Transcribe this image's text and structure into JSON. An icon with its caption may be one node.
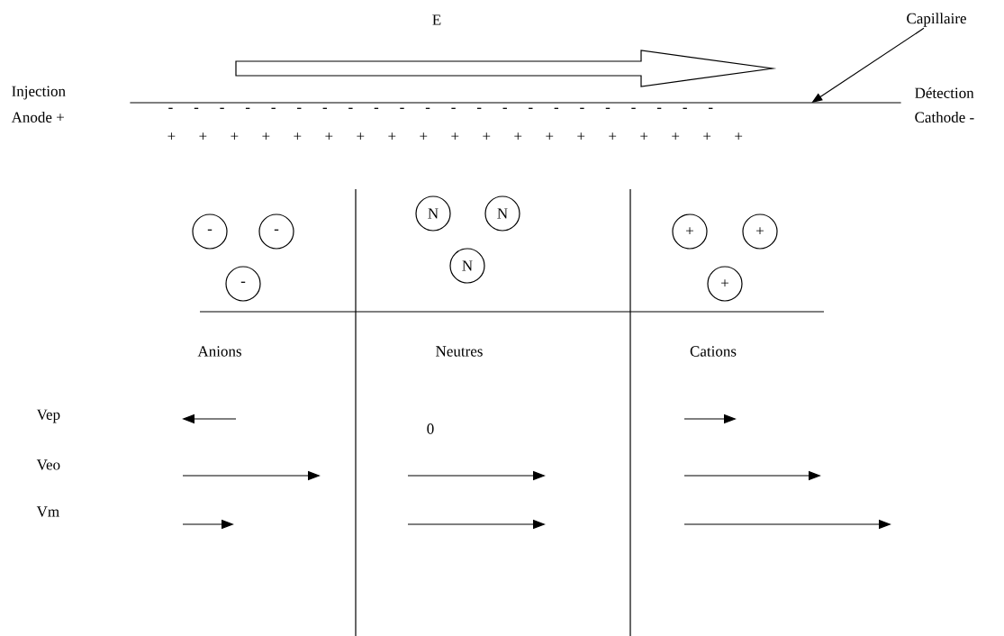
{
  "diagram": {
    "nodes": [
      {
        "text": [
          "Capillaire"
        ]
      },
      {
        "text": [
          "-"
        ]
      },
      {
        "text": [
          "-"
        ]
      },
      {
        "text": [
          "-"
        ]
      },
      {
        "text": [
          "N"
        ]
      },
      {
        "text": [
          "N"
        ]
      },
      {
        "text": [
          "N"
        ]
      },
      {
        "text": [
          "+"
        ]
      },
      {
        "text": [
          "+"
        ]
      },
      {
        "text": [
          "+"
        ]
      },
      {
        "text": [],
        "shape": "bar"
      }
    ],
    "edges": [
      {
        "from": 0,
        "to": 10,
        "arrow": "to"
      }
    ],
    "labels": [
      "E",
      "Injection",
      "Anode +",
      "Détection",
      "Cathode -",
      "- - - - - - - - - - - - - - - - - - - - - -",
      "+ + + + + + + + + + + + + + + + + + +",
      "Anions",
      "Neutres",
      "Cations",
      "Vep",
      "0",
      "Veo",
      "Vm"
    ]
  }
}
